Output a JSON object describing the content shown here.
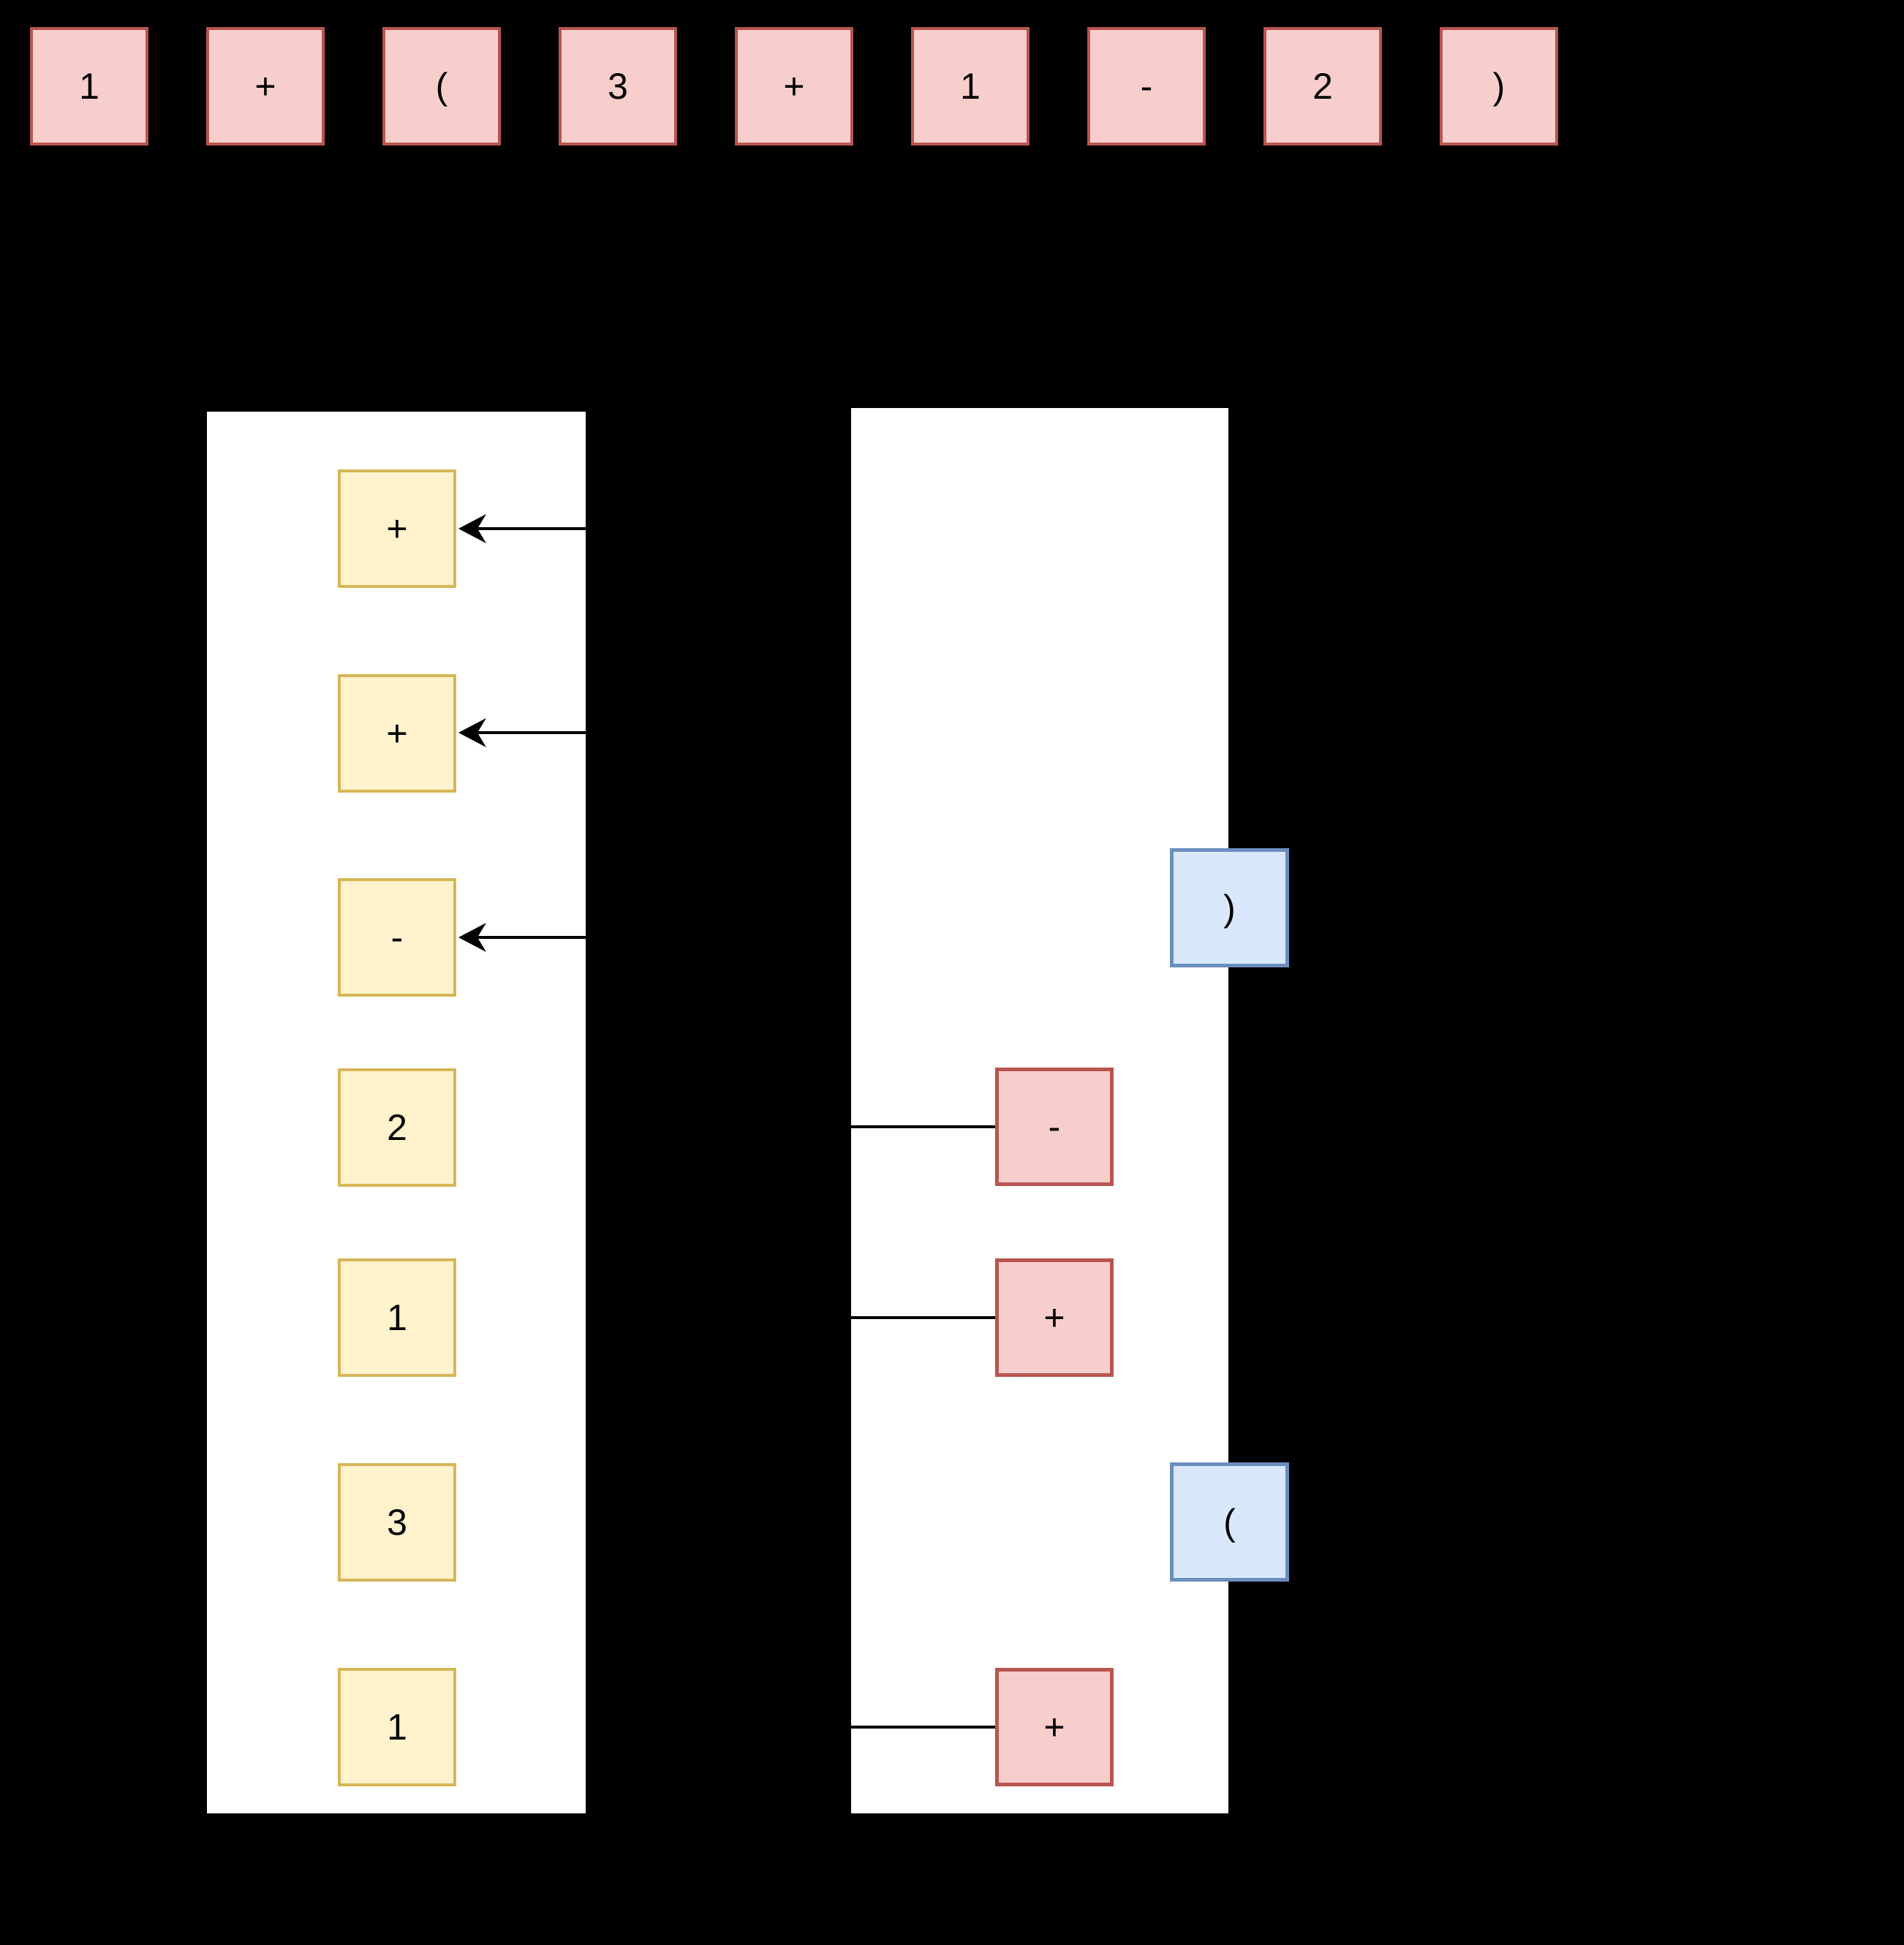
{
  "colors": {
    "background": "#000000",
    "container_fill": "#ffffff",
    "token_fill": "#f8cecc",
    "token_stroke": "#b85450",
    "stack_item_fill": "#fff2cc",
    "stack_item_stroke": "#d6b656",
    "operator_fill": "#f8cecc",
    "operator_stroke": "#b85450",
    "paren_fill": "#dae8fc",
    "paren_stroke": "#6c8ebf",
    "connector": "#000000"
  },
  "token_row": {
    "tokens": [
      {
        "label": "1"
      },
      {
        "label": "+"
      },
      {
        "label": "("
      },
      {
        "label": "3"
      },
      {
        "label": "+"
      },
      {
        "label": "1"
      },
      {
        "label": "-"
      },
      {
        "label": "2"
      },
      {
        "label": ")"
      }
    ]
  },
  "output_stack": {
    "items": [
      {
        "label": "+"
      },
      {
        "label": "+"
      },
      {
        "label": "-"
      },
      {
        "label": "2"
      },
      {
        "label": "1"
      },
      {
        "label": "3"
      },
      {
        "label": "1"
      }
    ]
  },
  "operator_column": {
    "operators": [
      {
        "label": "-"
      },
      {
        "label": "+"
      },
      {
        "label": "+"
      }
    ],
    "parens": [
      {
        "label": ")"
      },
      {
        "label": "("
      }
    ]
  }
}
